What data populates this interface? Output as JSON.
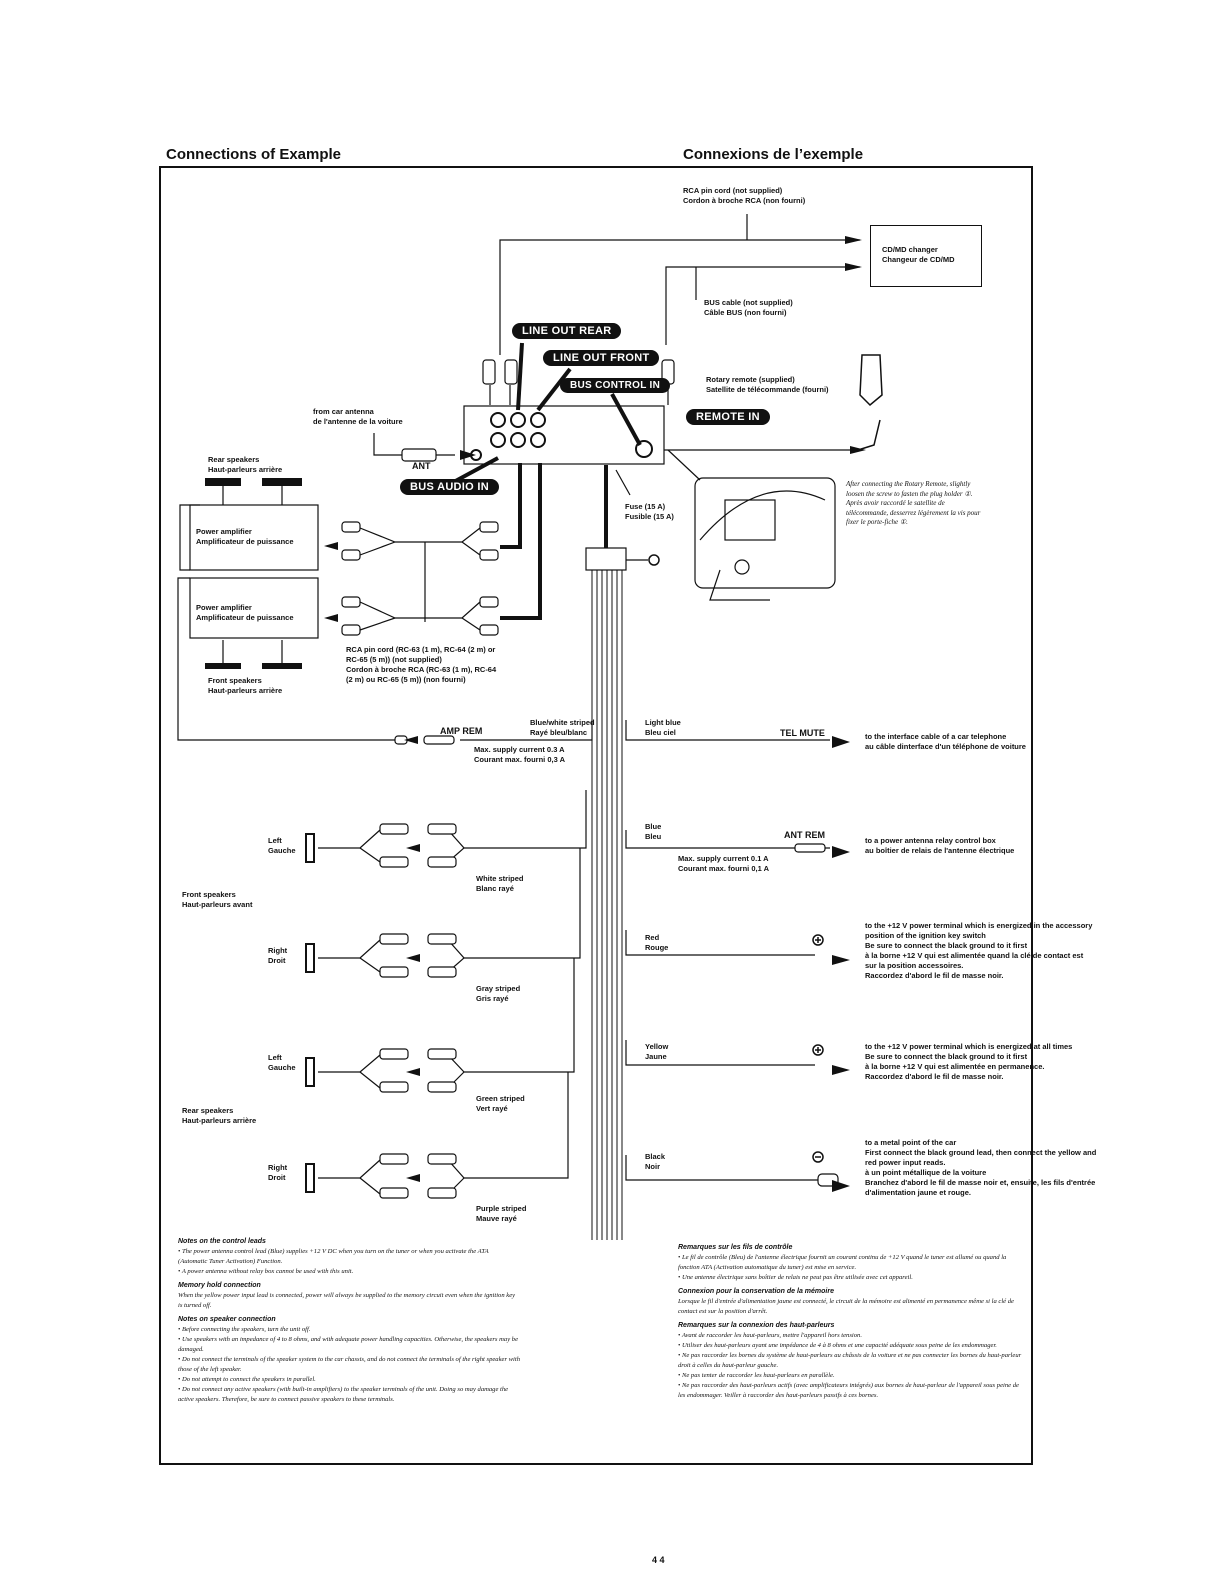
{
  "headings": {
    "en": "Connections of Example",
    "fr": "Connexions de l’exemple"
  },
  "rca_top": [
    "RCA pin cord (not supplied)",
    "Cordon à broche RCA (non fourni)"
  ],
  "cdmd": [
    "CD/MD changer",
    "Changeur de CD/MD"
  ],
  "bus_cable": [
    "BUS cable (not supplied)",
    "Câble BUS (non fourni)"
  ],
  "rotary": [
    "Rotary remote (supplied)",
    "Satellite de télécommande (fourni)"
  ],
  "antenna": [
    "from car antenna",
    "de l'antenne de la voiture"
  ],
  "ant": "ANT",
  "pills": {
    "line_out_rear": "LINE OUT REAR",
    "line_out_front": "LINE OUT FRONT",
    "bus_control_in": "BUS CONTROL IN",
    "remote_in": "REMOTE IN",
    "bus_audio_in": "BUS AUDIO IN"
  },
  "rear_speakers_top": [
    "Rear speakers",
    "Haut-parleurs arrière"
  ],
  "power_amp": [
    "Power amplifier",
    "Amplificateur de puissance"
  ],
  "front_speakers_top": [
    "Front speakers",
    "Haut-parleurs arrière"
  ],
  "rca_amp": [
    "RCA pin cord (RC-63 (1 m), RC-64 (2 m) or",
    "RC-65 (5 m)) (not supplied)",
    "Cordon à broche RCA (RC-63 (1 m), RC-64",
    "(2 m) ou RC-65 (5 m)) (non fourni)"
  ],
  "fuse": [
    "Fuse (15 A)",
    "Fusible (15 A)"
  ],
  "rotary_note": [
    "After connecting the Rotary Remote, slightly",
    "loosen the screw to fasten the plug holder ①.",
    "Après avoir raccordé le satellite de",
    "télécommande, desserrez légèrement la vis pour",
    "fixer le porte-fiche ①."
  ],
  "amp_rem": "AMP REM",
  "amp_wire": [
    "Blue/white striped",
    "Rayé bleu/blanc"
  ],
  "amp_current": [
    "Max. supply current 0.3 A",
    "Courant max. fourni 0,3 A"
  ],
  "light_blue": [
    "Light blue",
    "Bleu ciel"
  ],
  "tel_mute": "TEL MUTE",
  "tel_dest": [
    "to the interface cable of a car telephone",
    "au câble dinterface d'un téléphone de voiture"
  ],
  "blue": [
    "Blue",
    "Bleu"
  ],
  "ant_rem": "ANT REM",
  "ant_current": [
    "Max. supply current 0.1 A",
    "Courant max. fourni 0,1 A"
  ],
  "ant_dest": [
    "to a power antenna relay control box",
    "au boîtier de relais de l'antenne électrique"
  ],
  "red": [
    "Red",
    "Rouge"
  ],
  "red_dest": [
    "to the +12 V power terminal which is energized in the accessory",
    "position of the ignition key switch",
    "Be sure to connect the black ground to it first",
    "à la borne +12 V qui est alimentée quand la clé de contact est",
    "sur la position accessoires.",
    "Raccordez d'abord le fil de masse noir."
  ],
  "yellow": [
    "Yellow",
    "Jaune"
  ],
  "yellow_dest": [
    "to the +12 V power terminal which is energized at all times",
    "Be sure to connect the black ground to it first",
    "à la borne +12 V qui est alimentée en permanence.",
    "Raccordez d'abord le fil de masse noir."
  ],
  "black": [
    "Black",
    "Noir"
  ],
  "black_dest": [
    "to a metal point of the car",
    "First connect the black ground lead, then connect the yellow and",
    "red power input reads.",
    "à un point métallique de la voiture",
    "Branchez d'abord le fil de masse noir et, ensuite, les fils d'entrée",
    "d'alimentation jaune et rouge."
  ],
  "left": [
    "Left",
    "Gauche"
  ],
  "right": [
    "Right",
    "Droit"
  ],
  "front_speakers": [
    "Front speakers",
    "Haut-parleurs avant"
  ],
  "rear_speakers": [
    "Rear speakers",
    "Haut-parleurs arrière"
  ],
  "white": [
    "White striped",
    "Blanc rayé"
  ],
  "gray": [
    "Gray striped",
    "Gris rayé"
  ],
  "green": [
    "Green striped",
    "Vert rayé"
  ],
  "purple": [
    "Purple striped",
    "Mauve rayé"
  ],
  "notes_en": [
    {
      "h": "Notes on the control leads",
      "lines": [
        "• The power antenna control lead (Blue) supplies +12 V DC when you turn on the tuner or when you activate the ATA",
        "  (Automatic Tuner Activation) Function.",
        "• A power antenna without relay box cannot be used with this unit."
      ]
    },
    {
      "h": "Memory hold connection",
      "lines": [
        "When the yellow power input lead is connected, power will always be supplied to the memory circuit even when the ignition key",
        "is turned off."
      ]
    },
    {
      "h": "Notes on speaker connection",
      "lines": [
        "• Before connecting the speakers, turn the unit off.",
        "• Use speakers with an impedance of 4 to 8 ohms, and with adequate power handling capacities. Otherwise, the speakers may be",
        "  damaged.",
        "• Do not connect the terminals of the speaker system to the car chassis, and do not connect the terminals of the right speaker with",
        "  those of the left speaker.",
        "• Do not attempt to connect the speakers in parallel.",
        "• Do not connect any active speakers (with built-in amplifiers) to the speaker terminals of the unit. Doing so may damage the",
        "  active speakers. Therefore, be sure to connect passive speakers to these terminals."
      ]
    }
  ],
  "notes_fr": [
    {
      "h": "Remarques sur les fils de contrôle",
      "lines": [
        "• Le fil de contrôle (Bleu) de l'antenne électrique fournit un courant continu de +12 V quand le tuner est allumé ou quand la",
        "  fonction ATA (Activation automatique du tuner) est mise en service.",
        "• Une antenne électrique sans boîtier de relais ne peut pas être utilisée avec cet appareil."
      ]
    },
    {
      "h": "Connexion pour la conservation de la mémoire",
      "lines": [
        "Lorsque le fil d'entrée d'alimentation jaune est connecté, le circuit de la mémoire est alimenté en permanence même si la clé de",
        "contact est sur la position d'arrêt."
      ]
    },
    {
      "h": "Remarques sur la connexion des haut-parleurs",
      "lines": [
        "• Avant de raccorder les haut-parleurs, mettre l'appareil hors tension.",
        "• Utiliser des haut-parleurs ayant une impédance de 4 à 8 ohms et une capacité adéquate sous peine de les endommager.",
        "• Ne pas raccorder les bornes du système de haut-parleurs au châssis de la voiture et ne pas connecter les bornes du haut-parleur",
        "  droit à celles du haut-parleur gauche.",
        "• Ne pas tenter de raccorder les haut-parleurs en parallèle.",
        "• Ne pas raccorder des haut-parleurs actifs (avec amplificateurs intégrés) aux bornes de haut-parleur de l'appareil sous peine de",
        "  les endommager. Veiller à raccorder des haut-parleurs passifs à ces bornes."
      ]
    }
  ],
  "page_mark": "4 4"
}
